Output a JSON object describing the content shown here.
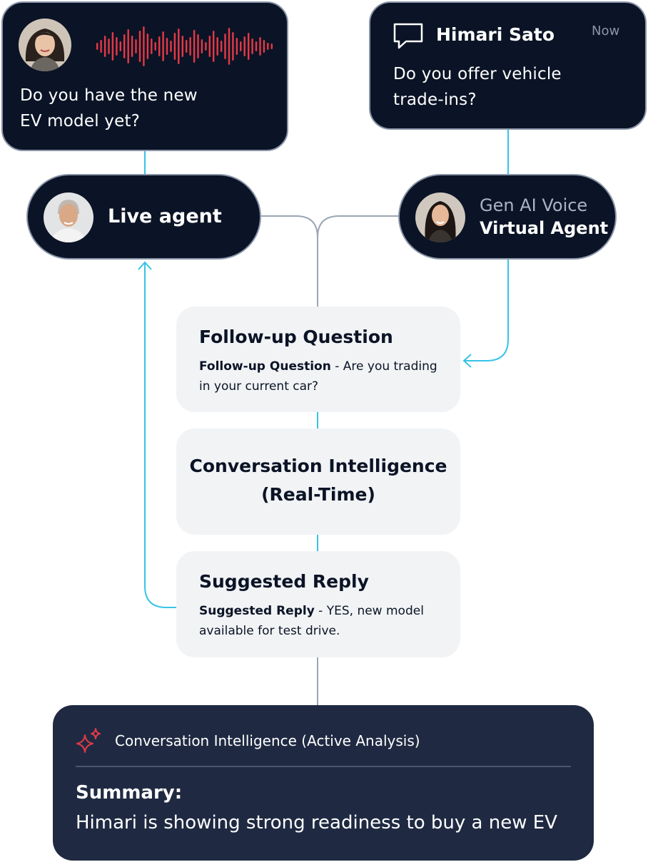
{
  "customer_message": {
    "text": "Do you have the new EV model yet?"
  },
  "notification": {
    "name": "Himari Sato",
    "time": "Now",
    "text": "Do you offer vehicle trade-ins?"
  },
  "live_agent": {
    "label": "Live agent"
  },
  "virtual_agent": {
    "line1": "Gen AI Voice",
    "line2": "Virtual Agent"
  },
  "follow_up": {
    "title": "Follow-up Question",
    "bold": "Follow-up Question",
    "text": " - Are you trading in your current car?"
  },
  "conversation_intel": {
    "line1": "Conversation Intelligence",
    "line2": "(Real-Time)"
  },
  "suggested_reply": {
    "title": "Suggested Reply",
    "bold": "Suggested Reply",
    "text": " - YES, new model available for test drive."
  },
  "analysis": {
    "header": "Conversation Intelligence (Active Analysis)",
    "summary_label": "Summary:",
    "summary_text": "Himari is showing strong readiness to buy a new EV"
  },
  "colors": {
    "dark_bg": "#0b1426",
    "connector_blue": "#38c3e6",
    "connector_grey": "#9aa5b4",
    "waveform_red": "#e63946",
    "card_bg": "#f1f3f5"
  }
}
